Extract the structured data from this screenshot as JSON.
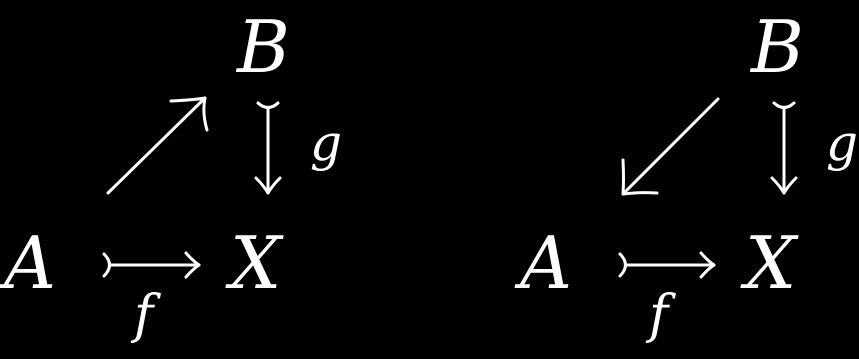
{
  "colors": {
    "background": "#000000",
    "foreground": "#ffffff"
  },
  "diagrams": [
    {
      "objects": {
        "top": "B",
        "bottom_left": "A",
        "bottom_right": "X"
      },
      "labels": {
        "vertical": "g",
        "horizontal": "f"
      },
      "diagonal_direction": "up-right",
      "horizontal_arrow": "monomorphism (tailed)",
      "vertical_arrow": "monomorphism (tailed)"
    },
    {
      "objects": {
        "top": "B",
        "bottom_left": "A",
        "bottom_right": "X"
      },
      "labels": {
        "vertical": "g",
        "horizontal": "f"
      },
      "diagonal_direction": "down-left",
      "horizontal_arrow": "monomorphism (tailed)",
      "vertical_arrow": "monomorphism (tailed)"
    }
  ]
}
